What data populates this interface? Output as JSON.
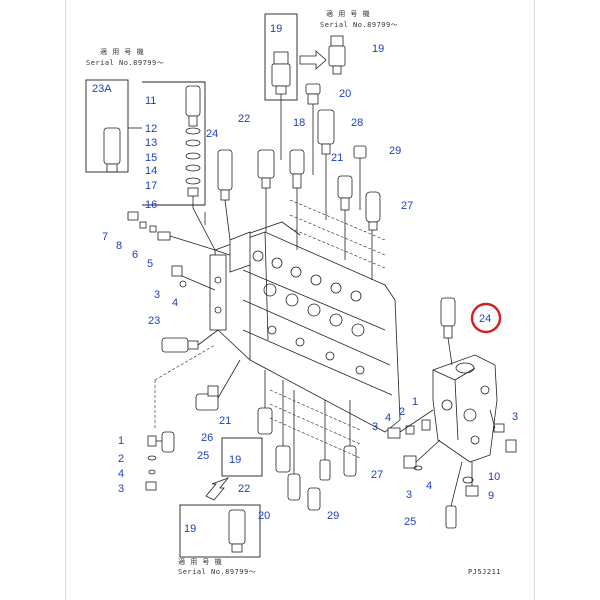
{
  "notes": {
    "applicable_top": "適 用 号 機",
    "serial_top": "Serial No.89799～",
    "applicable_left": "適 用 号 機",
    "serial_left": "Serial No.89799～",
    "applicable_bottom": "適 用 号 機",
    "serial_bottom": "Serial No.89799～",
    "drawing_code": "PJ5J211"
  },
  "highlight": {
    "label": "24",
    "color": "#d42020"
  },
  "colors": {
    "label": "#1f3fbf",
    "line": "#222222"
  },
  "callouts": [
    "19",
    "19",
    "20",
    "28",
    "18",
    "21",
    "29",
    "22",
    "24",
    "27",
    "23A",
    "11",
    "12",
    "13",
    "15",
    "14",
    "17",
    "16",
    "7",
    "8",
    "6",
    "5",
    "3",
    "4",
    "23",
    "1",
    "2",
    "4",
    "3",
    "25",
    "21",
    "26",
    "19",
    "22",
    "20",
    "29",
    "27",
    "3",
    "4",
    "2",
    "1",
    "3",
    "25",
    "10",
    "9",
    "3",
    "4",
    "19"
  ]
}
